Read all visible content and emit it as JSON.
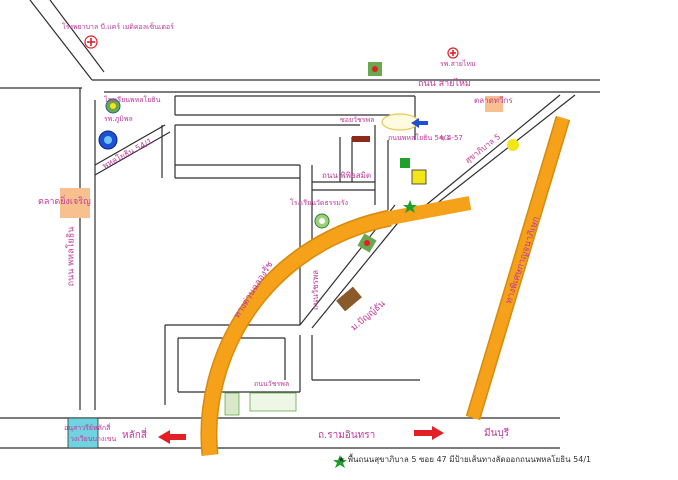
{
  "labels": {
    "hospital_top": "โรงพยาบาล บี.แคร์ เมดิคอลเซ็นเตอร์",
    "hospital_right": "รพ.สายไหม",
    "road_saimai": "ถนน สายไหม",
    "talad_thawikorn": "ตลาดทวีกร",
    "school_left": "โรงเรียนพหลโยธิน",
    "hospital_small": "รพ.ภูมิพล",
    "soi_phahon_left": "พหลโยธิน 54/1",
    "talad_yingcharoen": "ตลาดยิ่งเจริญ",
    "road_phahonyothin": "ถนน พหลโยธิน",
    "soi_sukhapiban5": "สุขาภิบาล 5",
    "soi_phahon_54_1": "ถนนพหลโยธิน 54/1",
    "soi_47": "ซ.4-57",
    "road_phisanmit": "ถนน พิพิธสมิต",
    "school_mid": "โรงเรียนวัดธรรมรัง",
    "road_kanchanaphisek": "ทางพิเศษกาญจนาภิเษก",
    "road_wat_phaiwan": "ถนนวัชรพล",
    "express_ramindra": "ทางด่วนฉลองรัช",
    "moo_ban": "ม.ปัญญ์ธัน",
    "road_watcharaphon": "ถนนวัชรพล",
    "monument": "อนุสาวรีย์หลักสี่",
    "bang_khen": "วงเวียนบางเขน",
    "lak_si": "หลักสี่",
    "ramindra": "ถ.รามอินทรา",
    "min_buri": "มีนบุรี",
    "footnote": "★ พื้นถนนสุขาภิบาล 5 ซอย 47 มีป้ายเส้นทางลัดออกถนนพหลโยธิน 54/1",
    "sign_text": "ซอยวัชรพล"
  },
  "colors": {
    "road_line": "#2f2f2f",
    "expressway": "#f5a11a",
    "expressway_edge": "#d98a0a",
    "label": "#c0399a",
    "market": "#f8c08e",
    "arrow": "#e21f26",
    "blue_arrow": "#1f4fd6",
    "green_star": "#1fa02a",
    "building_brown": "#8b5a2b",
    "yellow_sun": "#f2e619"
  },
  "icons": [
    "hospital-cross-icon",
    "school-emblem-icon",
    "market-box",
    "direction-arrow-icon",
    "star-marker-icon",
    "sun-marker-icon",
    "building-icon"
  ]
}
